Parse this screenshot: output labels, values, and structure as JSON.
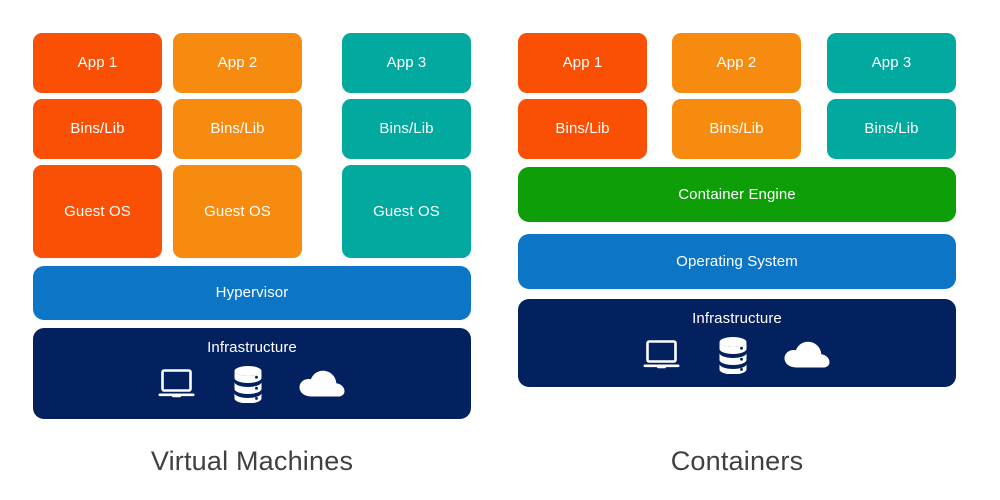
{
  "diagram": {
    "title_left": "Virtual Machines",
    "title_right": "Containers",
    "palette": {
      "app1": "#FA5005",
      "app2": "#F68B0F",
      "app3": "#01A99E",
      "hypervisor": "#0C75C5",
      "operating_system": "#0C75C5",
      "container_engine": "#0D9E08",
      "infrastructure": "#04215F",
      "caption_text": "#404040",
      "block_text": "#FFFFFF",
      "background": "#FFFFFF"
    }
  },
  "vm": {
    "caption": "Virtual Machines",
    "columns": [
      {
        "app": "App 1",
        "bins": "Bins/Lib",
        "guest_os": "Guest OS",
        "color": "#FA5005"
      },
      {
        "app": "App 2",
        "bins": "Bins/Lib",
        "guest_os": "Guest OS",
        "color": "#F68B0F"
      },
      {
        "app": "App 3",
        "bins": "Bins/Lib",
        "guest_os": "Guest OS",
        "color": "#01A99E"
      }
    ],
    "hypervisor": "Hypervisor",
    "infrastructure": "Infrastructure",
    "infra_icons": [
      "laptop-icon",
      "database-icon",
      "cloud-icon"
    ]
  },
  "containers": {
    "caption": "Containers",
    "columns": [
      {
        "app": "App 1",
        "bins": "Bins/Lib",
        "color": "#FA5005"
      },
      {
        "app": "App 2",
        "bins": "Bins/Lib",
        "color": "#F68B0F"
      },
      {
        "app": "App 3",
        "bins": "Bins/Lib",
        "color": "#01A99E"
      }
    ],
    "container_engine": "Container Engine",
    "operating_system": "Operating System",
    "infrastructure": "Infrastructure",
    "infra_icons": [
      "laptop-icon",
      "database-icon",
      "cloud-icon"
    ]
  }
}
